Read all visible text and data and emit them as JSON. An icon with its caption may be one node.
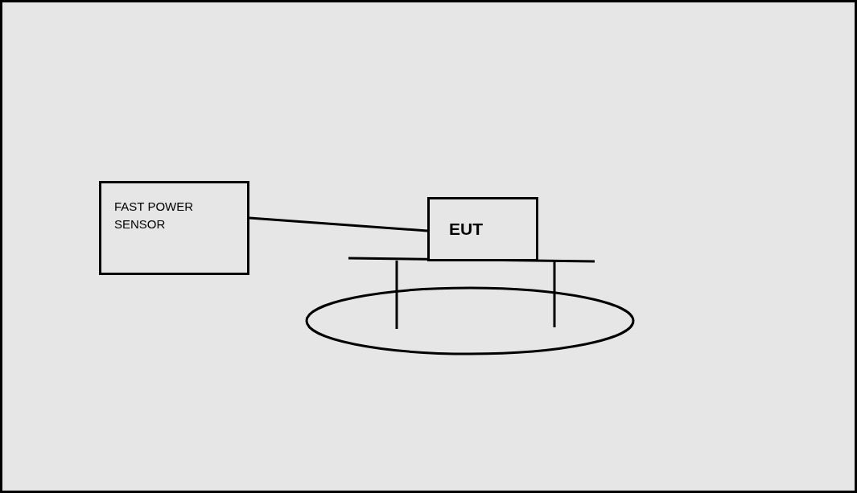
{
  "diagram": {
    "nodes": [
      {
        "text": [
          "FAST POWER SENSOR"
        ]
      },
      {
        "text": [
          "EUT"
        ]
      }
    ],
    "edges": [
      {
        "from": 0,
        "to": 1,
        "arrow": "none"
      }
    ]
  }
}
